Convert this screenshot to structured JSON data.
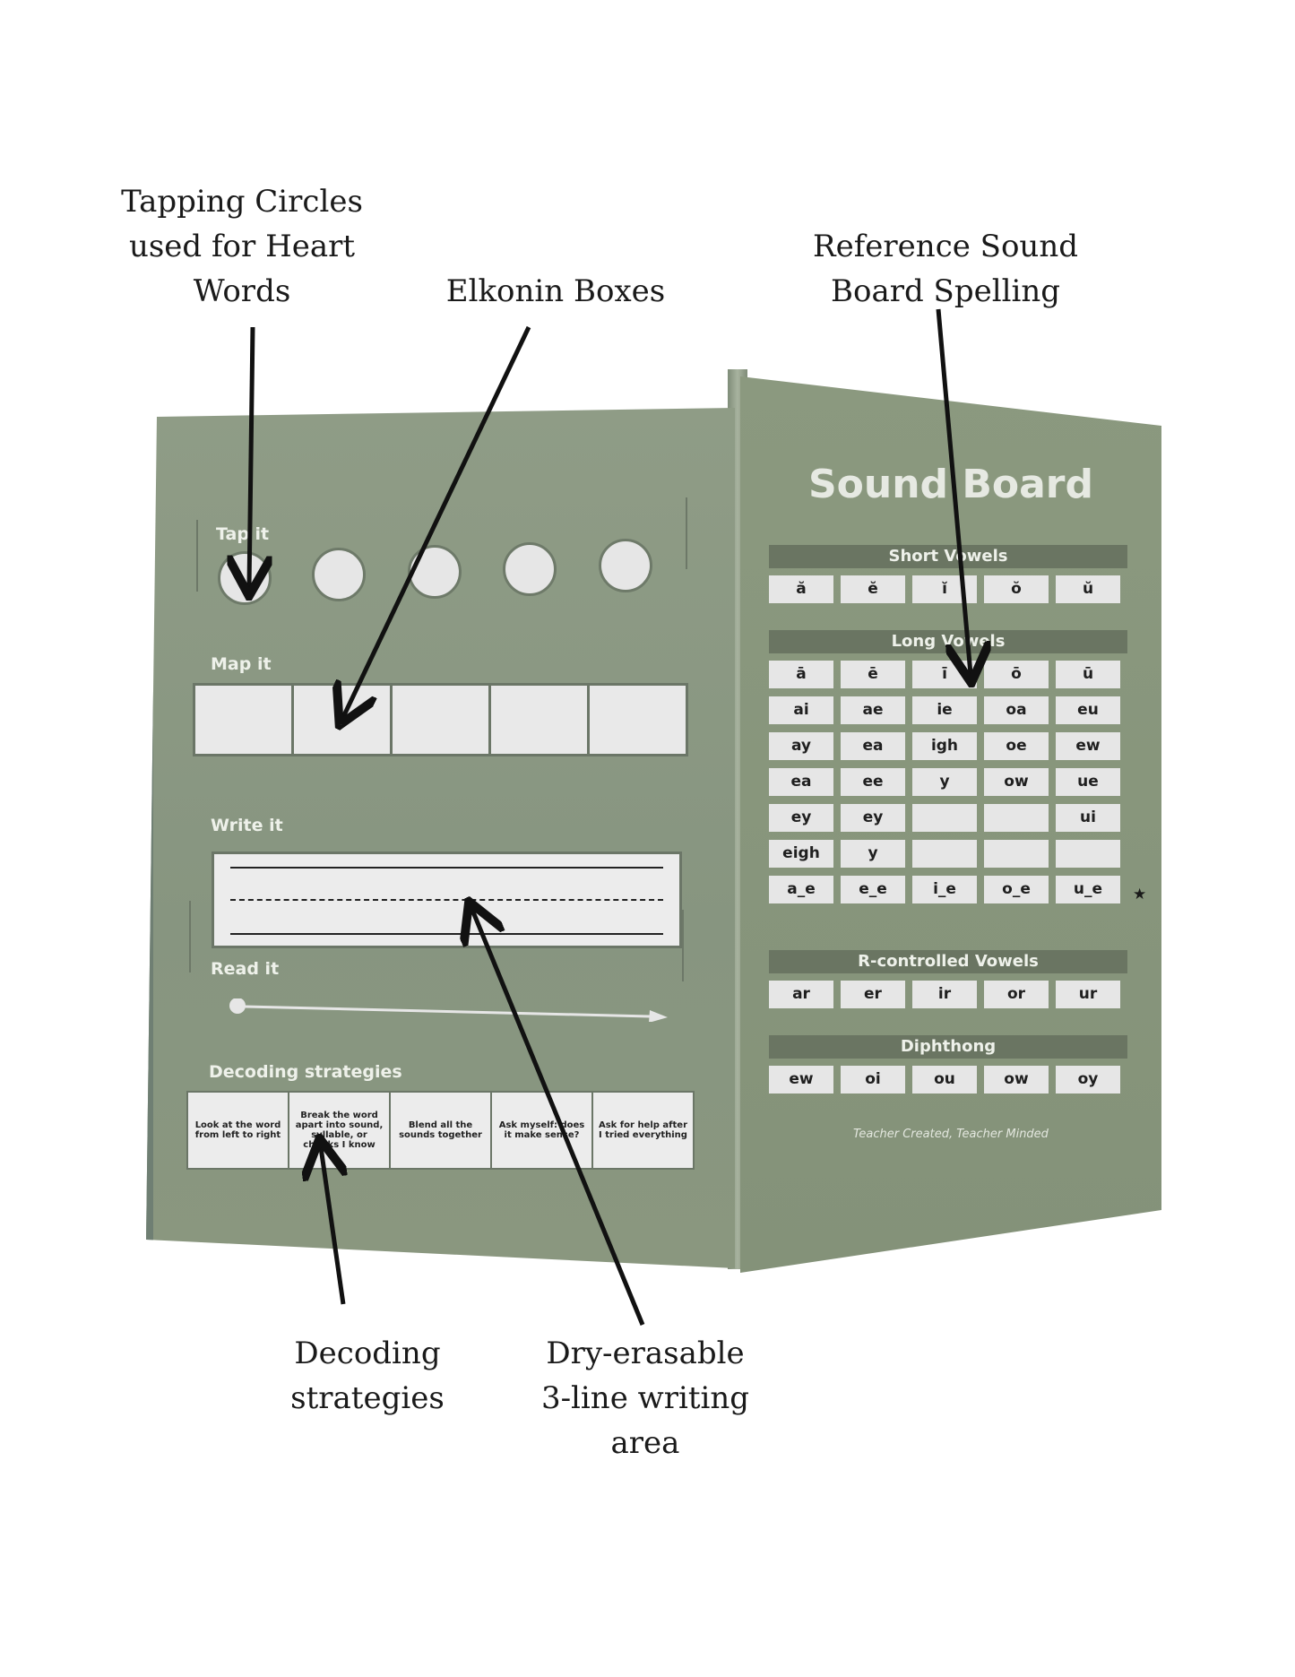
{
  "callouts": {
    "tapping": "Tapping Circles\nused for Heart\nWords",
    "elkonin": "Elkonin Boxes",
    "sound_board": "Reference Sound\nBoard Spelling",
    "decoding": "Decoding\nstrategies",
    "writing": "Dry-erasable\n3-line writing\narea"
  },
  "board": {
    "tap_label": "Tap it",
    "tap_circle_count": 5,
    "map_label": "Map it",
    "map_box_count": 5,
    "write_label": "Write it",
    "read_label": "Read it",
    "decoding_label": "Decoding strategies",
    "strategies": [
      "Look at the word from left to right",
      "Break the word apart into sound, syllable, or chunks I know",
      "Blend all the sounds together",
      "Ask myself: does it make sense?",
      "Ask for help after I tried everything"
    ]
  },
  "sound_board": {
    "title": "Sound Board",
    "short_vowels": {
      "title": "Short Vowels",
      "cells": [
        "ă",
        "ĕ",
        "ĭ",
        "ŏ",
        "ŭ"
      ]
    },
    "long_vowels": {
      "title": "Long Vowels",
      "rows": [
        [
          "ā",
          "ē",
          "ī",
          "ō",
          "ū"
        ],
        [
          "ai",
          "ae",
          "ie",
          "oa",
          "eu"
        ],
        [
          "ay",
          "ea",
          "igh",
          "oe",
          "ew"
        ],
        [
          "ea",
          "ee",
          "y",
          "ow",
          "ue"
        ],
        [
          "ey",
          "ey",
          "",
          "",
          "ui"
        ],
        [
          "eigh",
          "y",
          "",
          "",
          ""
        ],
        [
          "a_e",
          "e_e",
          "i_e",
          "o_e",
          "u_e"
        ]
      ],
      "star": "★"
    },
    "r_controlled": {
      "title": "R-controlled Vowels",
      "cells": [
        "ar",
        "er",
        "ir",
        "or",
        "ur"
      ]
    },
    "diphthong": {
      "title": "Diphthong",
      "cells": [
        "ew",
        "oi",
        "ou",
        "ow",
        "oy"
      ]
    },
    "tagline": "Teacher Created, Teacher Minded"
  },
  "colors": {
    "board_green": "#8a977f",
    "header_green": "#6a7562",
    "cell_gray": "#e6e6e6",
    "text_white": "#eef1ea",
    "arrow_black": "#111111"
  }
}
